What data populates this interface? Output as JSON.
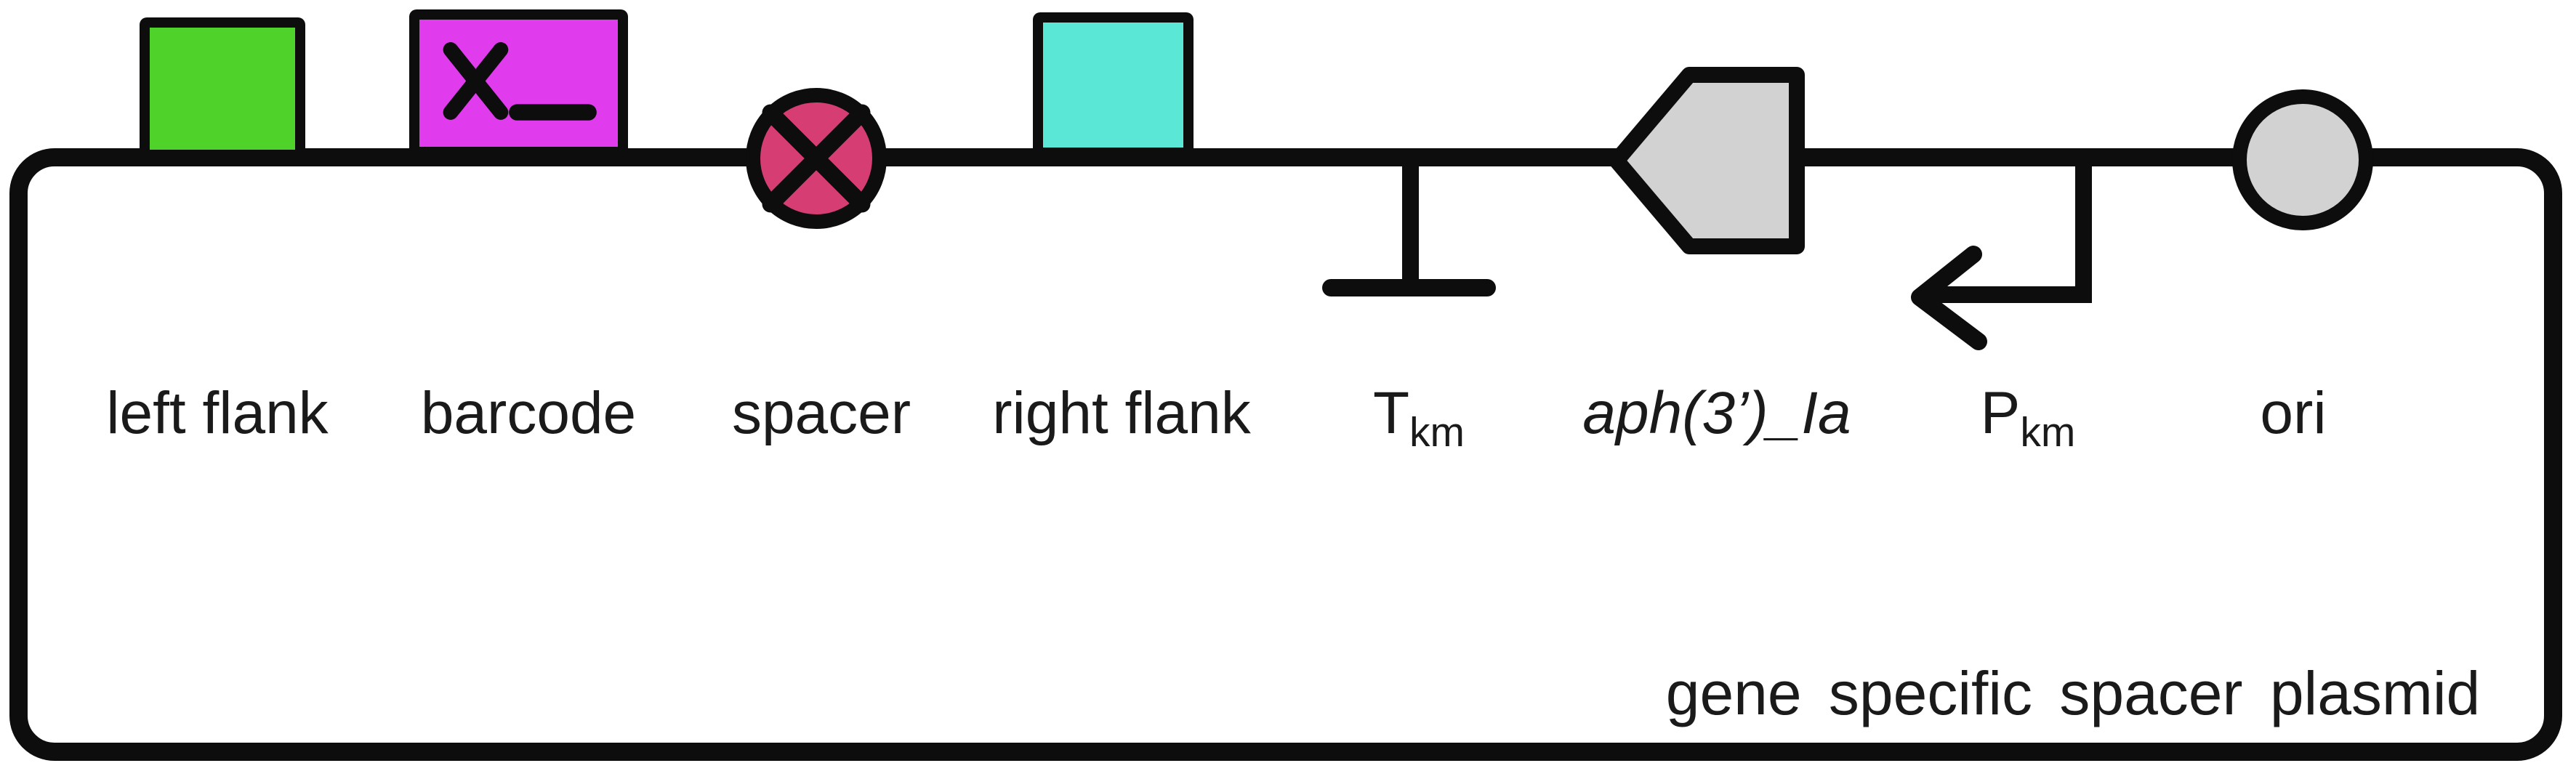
{
  "diagram": {
    "type": "plasmid-map",
    "title": "gene specific spacer plasmid",
    "labels": {
      "left_flank": "left flank",
      "barcode": "barcode",
      "spacer": "spacer",
      "right_flank": "right flank",
      "terminator_main": "T",
      "terminator_sub": "km",
      "gene": "aph(3’)_Ia",
      "promoter_main": "P",
      "promoter_sub": "km",
      "ori": "ori"
    },
    "colors": {
      "outline": "#0d0d0d",
      "left_flank_fill": "#4FD32A",
      "barcode_fill": "#E13BEE",
      "spacer_fill": "#D63E73",
      "right_flank_fill": "#5BE7D6",
      "gene_fill": "#D2D2D2",
      "ori_fill": "#D2D2D2",
      "text": "#1a1a1a"
    }
  }
}
